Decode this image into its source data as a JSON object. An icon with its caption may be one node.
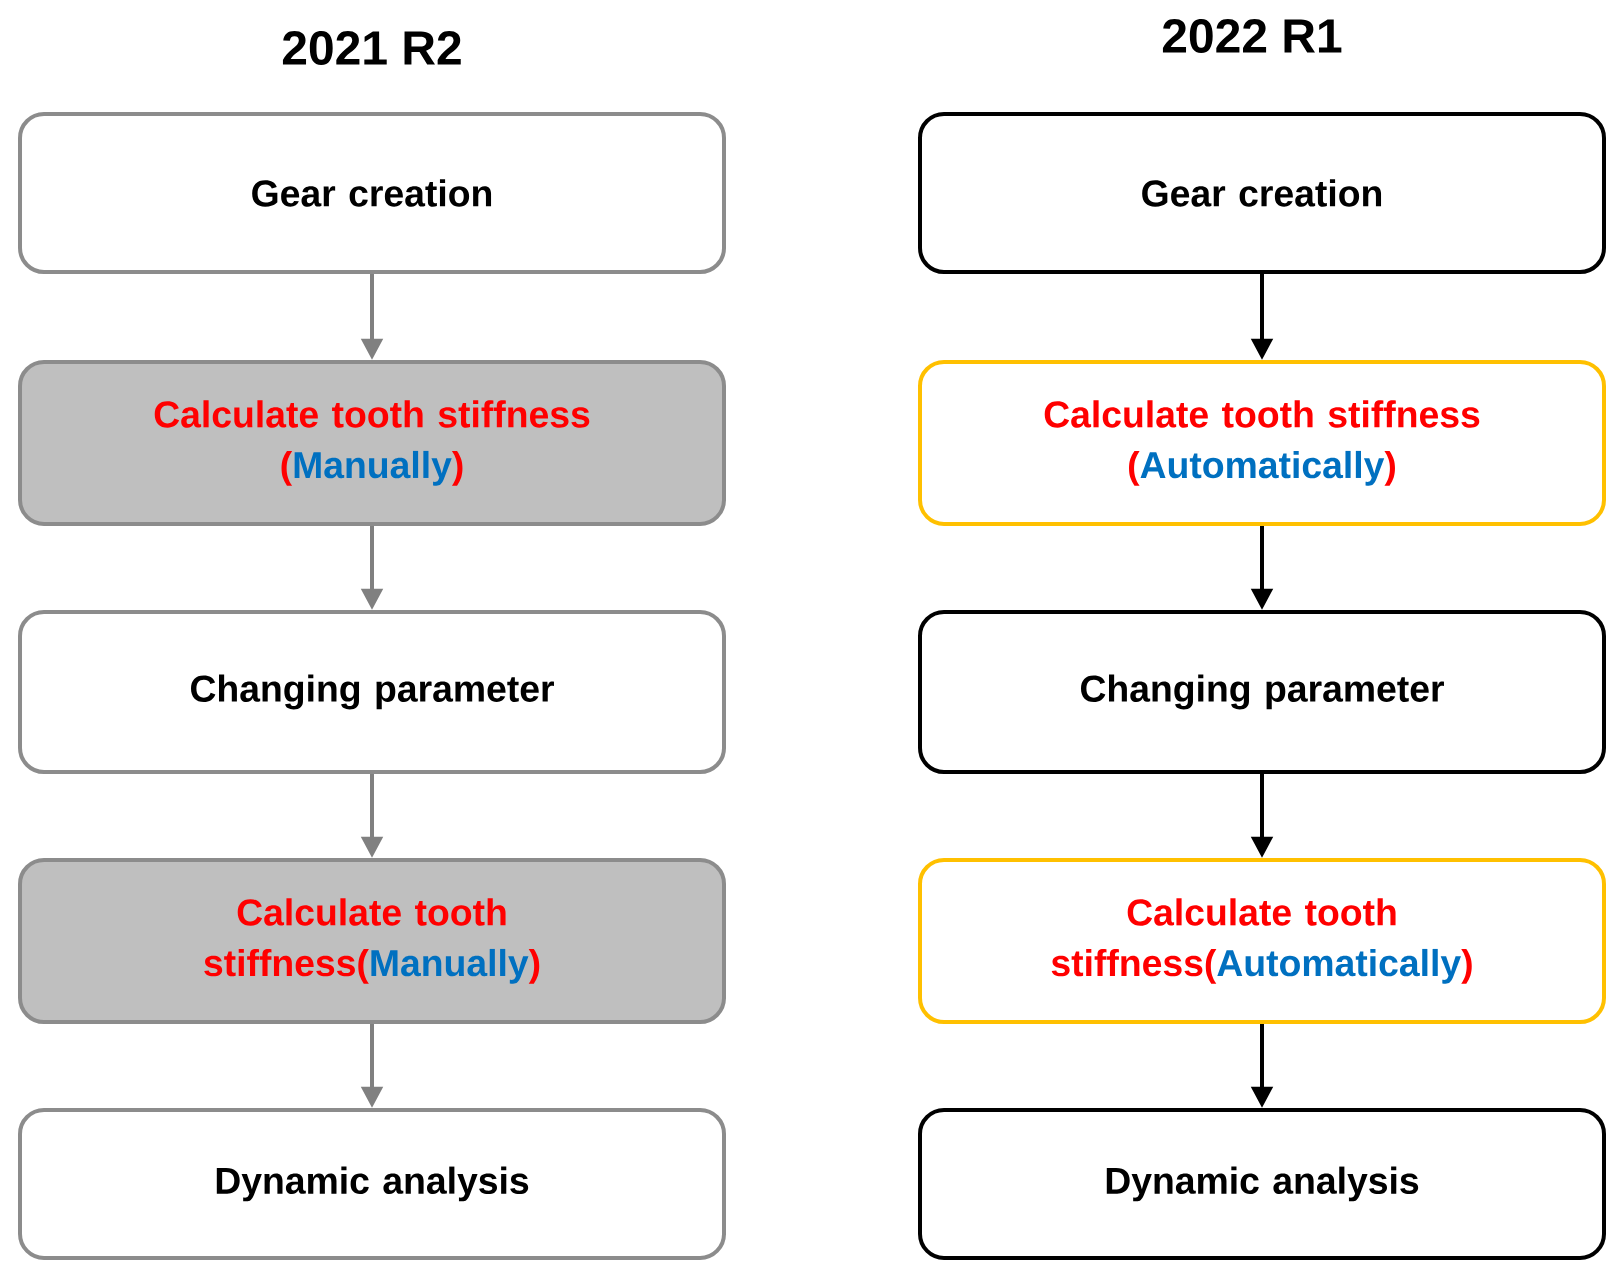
{
  "diagram": {
    "nodes": [
      {
        "text": [
          "Gear creation"
        ]
      },
      {
        "text": [
          "Calculate tooth stiffness",
          "(",
          "Manually",
          ")"
        ]
      },
      {
        "text": [
          "Changing parameter"
        ]
      },
      {
        "text": [
          "Calculate tooth stiffness",
          "(",
          "Manually",
          ")"
        ]
      },
      {
        "text": [
          "Dynamic analysis"
        ]
      },
      {
        "text": [
          "Gear creation"
        ]
      },
      {
        "text": [
          "Calculate tooth stiffness",
          "(",
          "Automatically",
          ")"
        ]
      },
      {
        "text": [
          "Changing parameter"
        ]
      },
      {
        "text": [
          "Calculate tooth stiffness",
          "(",
          "Automatically",
          ")"
        ]
      },
      {
        "text": [
          "Dynamic analysis"
        ]
      }
    ],
    "edges": [
      {
        "from": 0,
        "to": 1,
        "arrow": "to",
        "color": "#808080"
      },
      {
        "from": 1,
        "to": 2,
        "arrow": "to",
        "color": "#808080"
      },
      {
        "from": 2,
        "to": 3,
        "arrow": "to",
        "color": "#808080"
      },
      {
        "from": 3,
        "to": 4,
        "arrow": "to",
        "color": "#808080"
      },
      {
        "from": 5,
        "to": 6,
        "arrow": "to",
        "color": "#000000"
      },
      {
        "from": 6,
        "to": 7,
        "arrow": "to",
        "color": "#000000"
      },
      {
        "from": 7,
        "to": 8,
        "arrow": "to",
        "color": "#000000"
      },
      {
        "from": 8,
        "to": 9,
        "arrow": "to",
        "color": "#000000"
      }
    ],
    "labels": [
      "2021 R2",
      "2022 R1"
    ]
  }
}
